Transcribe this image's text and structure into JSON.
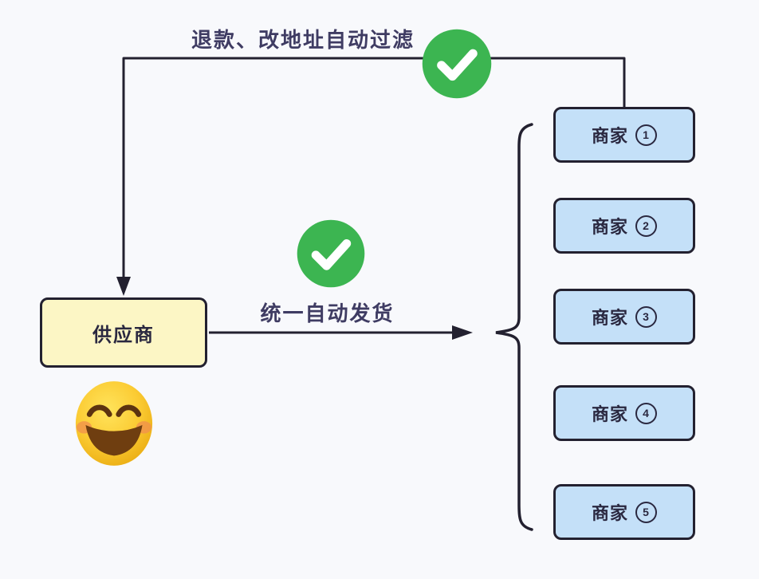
{
  "colors": {
    "background": "#F8F9FC",
    "line": "#232130",
    "flow_label_text": "#3F3C63",
    "node_text": "#2A2840",
    "supplier_fill": "#FCF6C5",
    "merchant_fill": "#C4E0F8",
    "check_green": "#3CB551",
    "emoji_yellow": "#FBCB33"
  },
  "supplier": {
    "label": "供应商"
  },
  "flows": {
    "top": {
      "label": "退款、改地址自动过滤"
    },
    "middle": {
      "label": "统一自动发货"
    }
  },
  "merchants": [
    {
      "name": "商家",
      "num": "1",
      "full": "商家 ①"
    },
    {
      "name": "商家",
      "num": "2",
      "full": "商家 ②"
    },
    {
      "name": "商家",
      "num": "3",
      "full": "商家 ③"
    },
    {
      "name": "商家",
      "num": "4",
      "full": "商家 ④"
    },
    {
      "name": "商家",
      "num": "5",
      "full": "商家 ⑤"
    }
  ],
  "icons": {
    "check_top": "check-circle",
    "check_middle": "check-circle",
    "emoji": "smiling-face-with-smiling-eyes",
    "brace": "curly-brace-grouping"
  }
}
